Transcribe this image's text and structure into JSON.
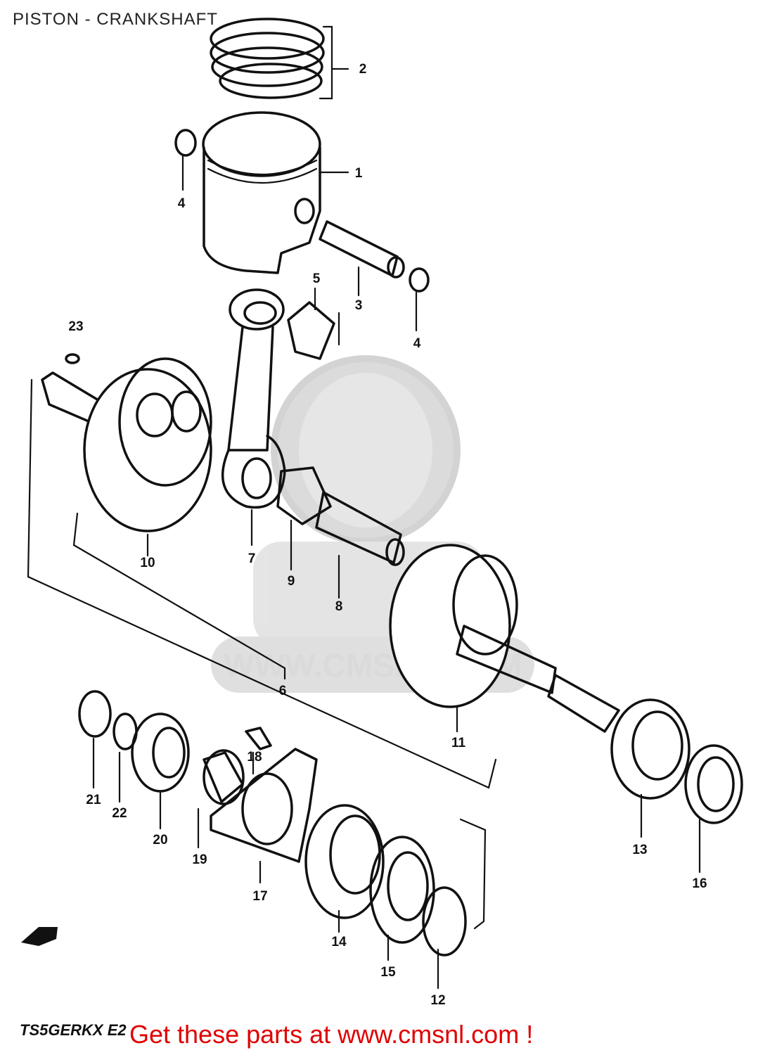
{
  "title": "PISTON - CRANKSHAFT",
  "watermark": "WWW.CMSNL.COM",
  "footer": {
    "model_code": "TS5GERKX E2",
    "promo_text": "Get these parts at www.cmsnl.com !",
    "promo_color": "#e00000"
  },
  "callouts": [
    "1",
    "2",
    "3",
    "4",
    "4",
    "5",
    "6",
    "7",
    "8",
    "9",
    "10",
    "11",
    "12",
    "13",
    "14",
    "15",
    "16",
    "17",
    "18",
    "19",
    "20",
    "21",
    "22",
    "23"
  ]
}
